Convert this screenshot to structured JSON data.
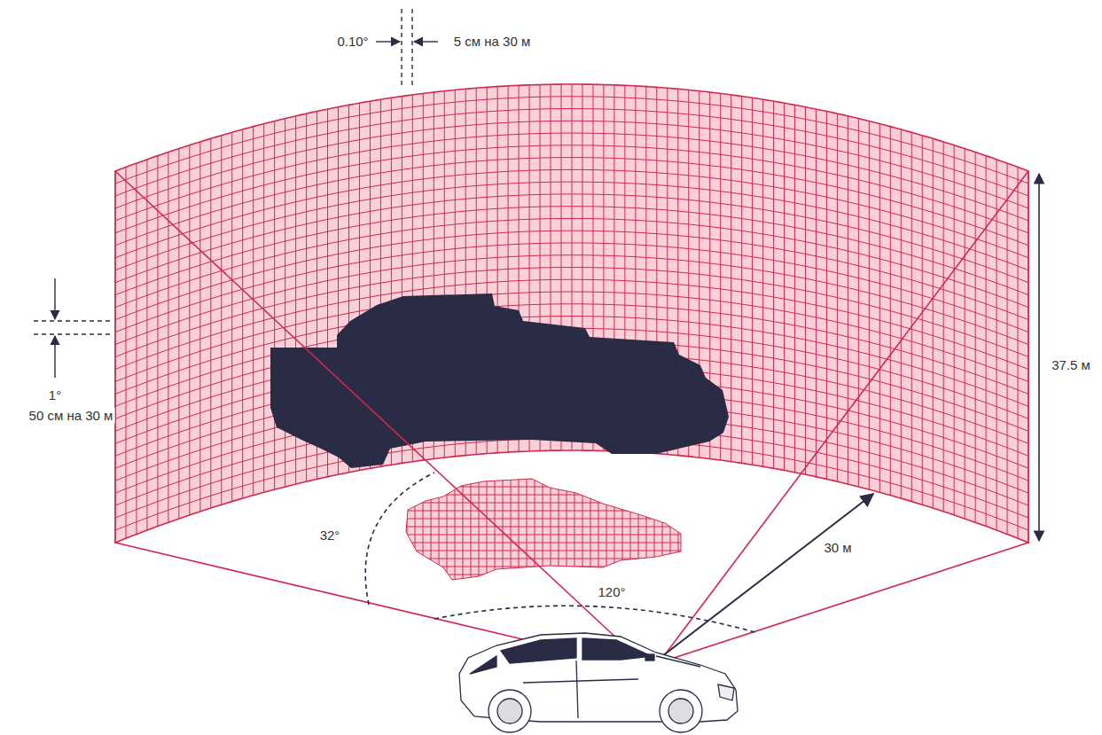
{
  "diagram": {
    "labels": [
      "0.10°",
      "5 см на 30 м",
      "1°",
      "50 см на 30 м",
      "37.5 м",
      "32°",
      "120°",
      "30 м"
    ]
  }
}
